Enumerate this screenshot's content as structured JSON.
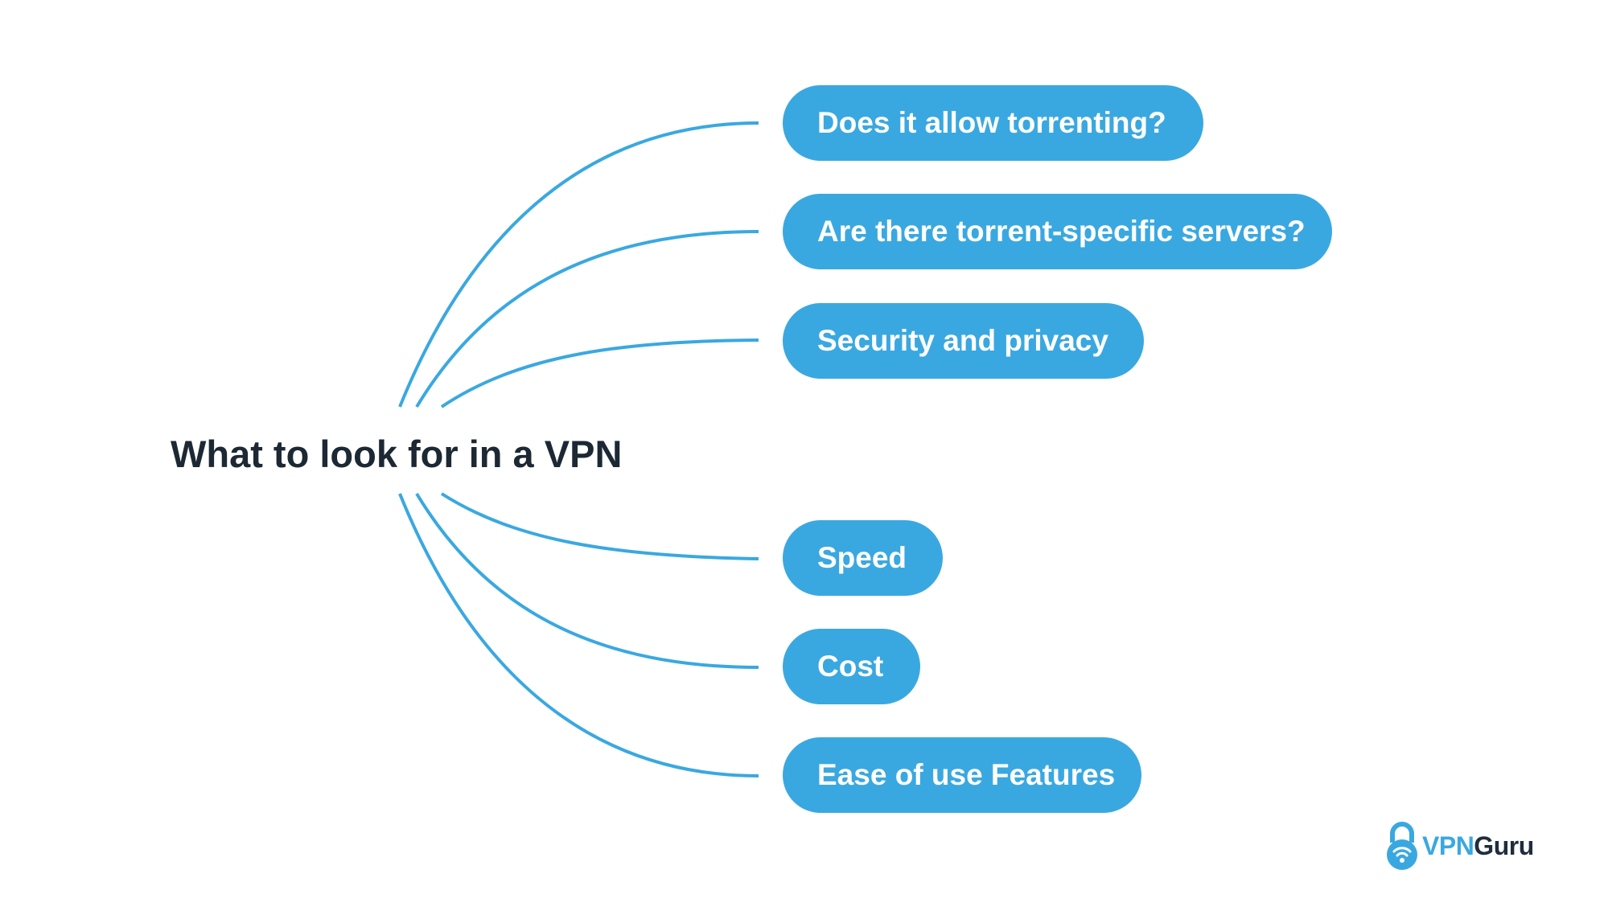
{
  "title": "What to look for in a VPN",
  "items": [
    "Does it allow torrenting?",
    "Are there torrent-specific servers?",
    "Security and privacy",
    "Speed",
    "Cost",
    "Ease of use Features"
  ],
  "logo": {
    "part1": "VPN",
    "part2": "Guru",
    "icon": "padlock-wifi-icon"
  },
  "colors": {
    "accent": "#3aa8e0",
    "title": "#1c2833",
    "logo_dark": "#1f2d3d",
    "pill_text": "#ffffff"
  }
}
